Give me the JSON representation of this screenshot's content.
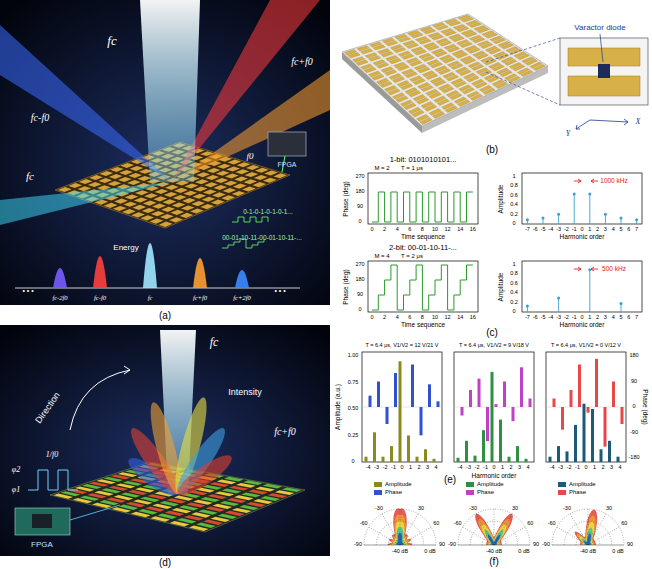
{
  "diagram": {
    "labels": [
      "fc",
      "fc+f0",
      "fc-f0",
      "fc",
      "f0",
      "FPGA",
      "0-1-0-1-0-1-0-1...",
      "00-01-10-11-00-01-10-11-...",
      "Energy",
      "• • •",
      "fc-2f0",
      "fc-f0",
      "fc",
      "fc+f0",
      "fc+2f0",
      "• • •",
      "(a)",
      "Varactor diode",
      "Y",
      "X",
      "(b)",
      "1-bit: 0101010101...",
      "M = 2",
      "T = 1 μs",
      "Phase (deg)",
      "0",
      "90",
      "180",
      "270",
      "0",
      "2",
      "4",
      "6",
      "8",
      "10",
      "12",
      "14",
      "16",
      "Time sequence",
      "Amplitude",
      "0",
      "0.2",
      "0.4",
      "0.6",
      "0.8",
      "1",
      "-7",
      "-6",
      "-5",
      "-4",
      "-3",
      "-2",
      "-1",
      "0",
      "1",
      "2",
      "3",
      "4",
      "5",
      "6",
      "7",
      "Harmonic order",
      "1000 kHz",
      "2-bit: 00-01-10-11-...",
      "M = 4",
      "T = 2 μs",
      "Phase (deg)",
      "0",
      "90",
      "180",
      "270",
      "0",
      "2",
      "4",
      "6",
      "8",
      "10",
      "12",
      "14",
      "16",
      "Time sequence",
      "Amplitude",
      "0",
      "0.2",
      "0.4",
      "0.6",
      "0.8",
      "1",
      "-7",
      "-6",
      "-5",
      "-4",
      "-3",
      "-2",
      "-1",
      "0",
      "1",
      "2",
      "3",
      "4",
      "5",
      "6",
      "7",
      "Harmonic order",
      "500 kHz",
      "(c)",
      "fc",
      "Intensity",
      "Direction",
      "fc+f0",
      "1/f0",
      "φ2",
      "φ1",
      "FPGA",
      "(d)",
      "T = 6.4 μs, V1/V2 = 12 V/21 V",
      "T = 6.4 μs, V1/V2 = 9 V/18 V",
      "T = 6.4 μs, V1/V2 = 0 V/12 V",
      "Amplitude (a.u.)",
      "0",
      "0.25",
      "0.50",
      "0.75",
      "1.00",
      "Phase (deg)",
      "180",
      "90",
      "0",
      "-90",
      "-180",
      "-4",
      "-3",
      "-2",
      "-1",
      "0",
      "1",
      "2",
      "3",
      "4",
      "-4",
      "-3",
      "-2",
      "-1",
      "0",
      "1",
      "2",
      "3",
      "4",
      "-4",
      "-3",
      "-2",
      "-1",
      "0",
      "1",
      "2",
      "3",
      "4",
      "Harmonic order",
      "(e)",
      "-30",
      "30",
      "-60",
      "60",
      "-90",
      "90",
      "-40 dB",
      "0 dB",
      "-30",
      "30",
      "-60",
      "60",
      "-90",
      "90",
      "-40 dB",
      "0 dB",
      "-30",
      "30",
      "-60",
      "60",
      "-90",
      "90",
      "-40 dB",
      "0 dB",
      "(f)"
    ],
    "legend": [
      {
        "text": "Amplitude",
        "color": "#8a8a20"
      },
      {
        "text": "Phase",
        "color": "#3050d0"
      },
      {
        "text": "Amplitude",
        "color": "#2e9040"
      },
      {
        "text": "Phase",
        "color": "#c040c8"
      },
      {
        "text": "Amplitude",
        "color": "#1d5a78"
      },
      {
        "text": "Phase",
        "color": "#e84848"
      }
    ]
  }
}
